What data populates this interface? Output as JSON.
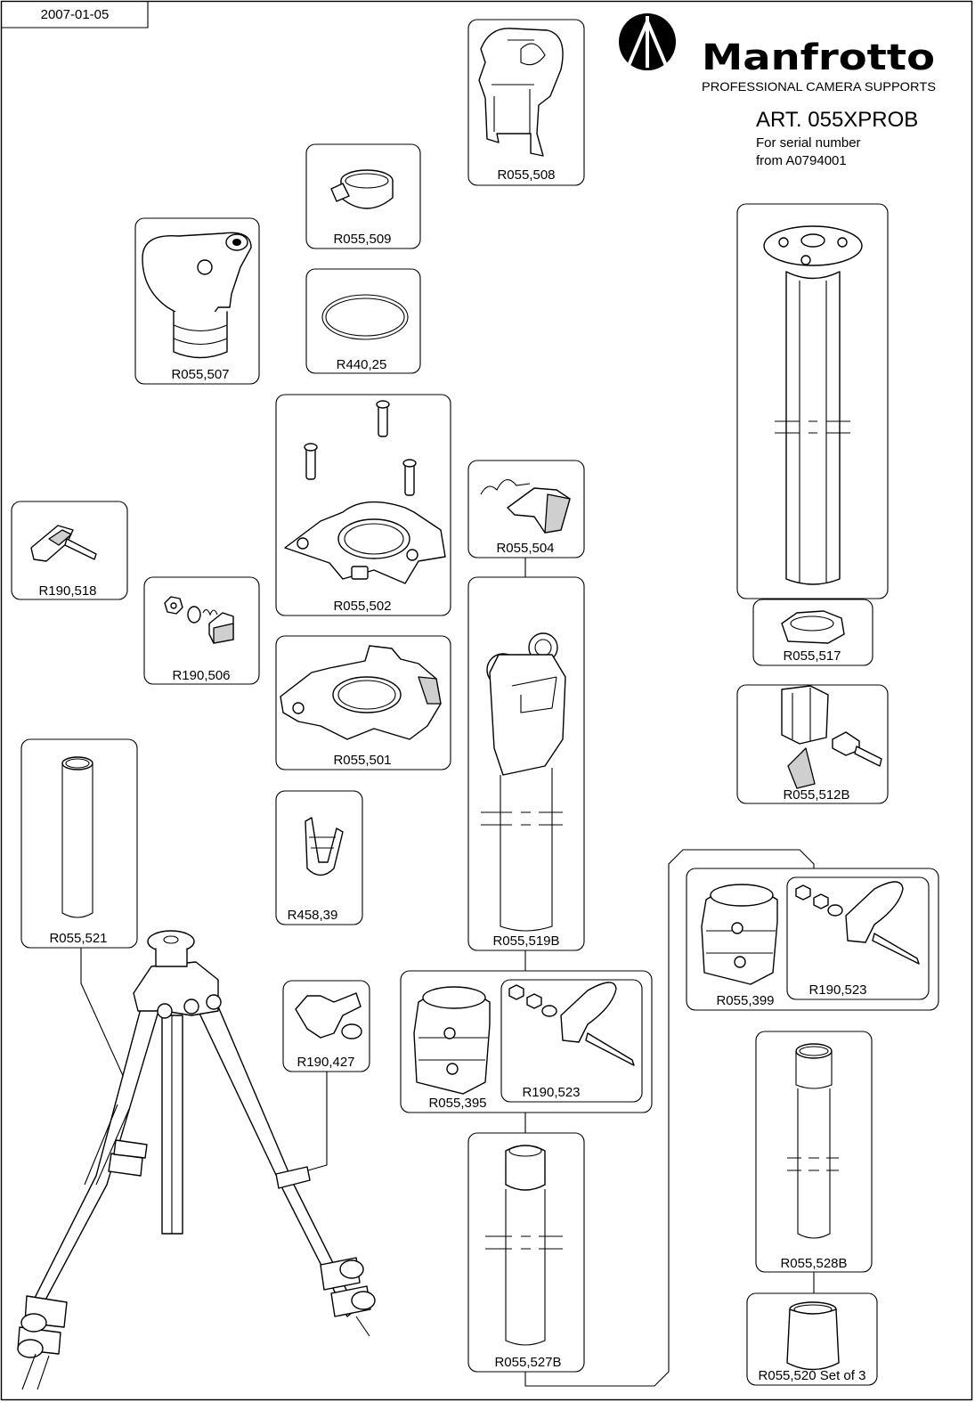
{
  "header": {
    "date": "2007-01-05",
    "brand": "Manfrotto",
    "tagline": "PROFESSIONAL CAMERA SUPPORTS",
    "article": "ART. 055XPROB",
    "serial_line1": "For serial number",
    "serial_line2": "from A0794001"
  },
  "parts": [
    "R055,508",
    "R055,509",
    "R055,507",
    "R440,25",
    "R055,502",
    "R055,504",
    "R190,518",
    "R190,506",
    "R055,501",
    "R055,519B",
    "R055,521",
    "R458,39",
    "R190,427",
    "R055,395",
    "R190,523",
    "R055,527B",
    "R055,517",
    "R055,512B",
    "R055,399",
    "R190,523",
    "R055,528B",
    "R055,520 Set of 3"
  ],
  "colors": {
    "line": "#000000",
    "paper": "#ffffff",
    "shade": "#cfcfcf"
  }
}
